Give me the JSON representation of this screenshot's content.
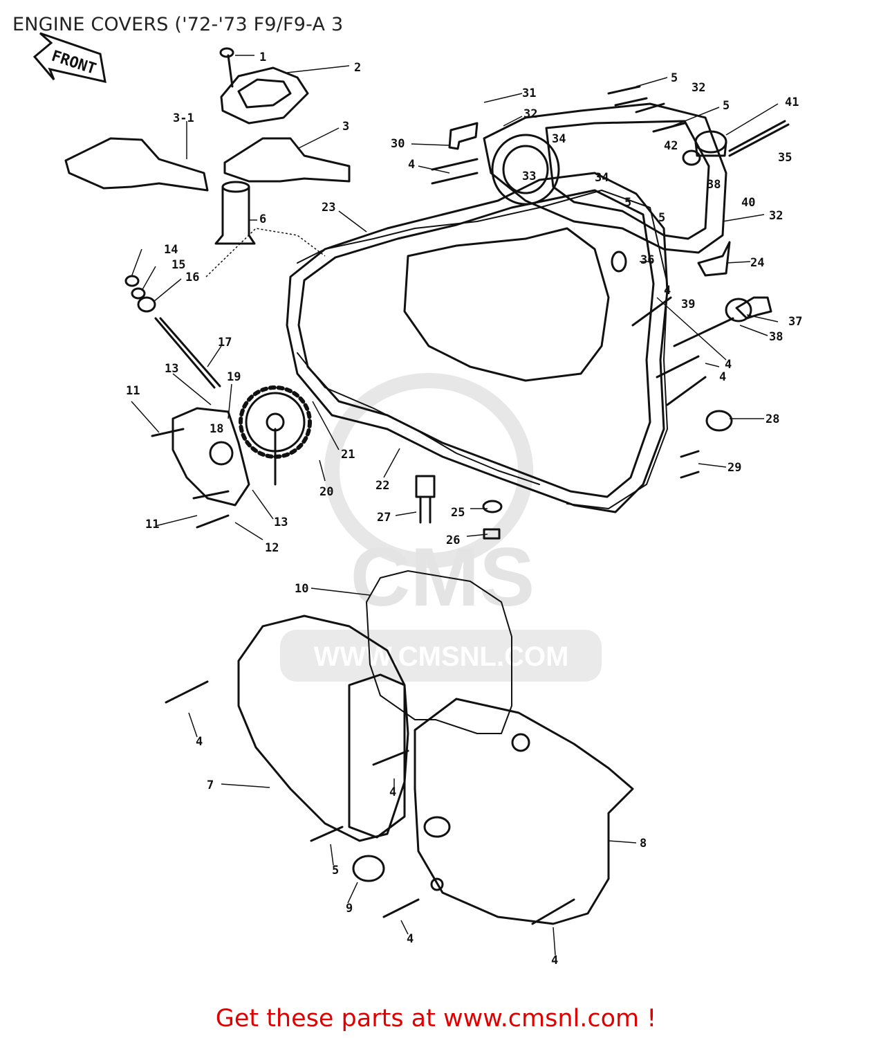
{
  "title": "ENGINE COVERS ('72-'73 F9/F9-A 3",
  "front_tag": "FRONT",
  "watermark": {
    "big": "CMS",
    "url": "WWW.CMSNL.COM"
  },
  "footer": {
    "text": "Get these parts at www.cmsnl.com !"
  },
  "callouts": [
    "1",
    "2",
    "3-1",
    "3",
    "6",
    "5",
    "31",
    "32",
    "5",
    "41",
    "32",
    "30",
    "4",
    "34",
    "42",
    "35",
    "33",
    "34",
    "38",
    "40",
    "32",
    "23",
    "5",
    "5",
    "24",
    "14",
    "15",
    "16",
    "36",
    "4",
    "37",
    "39",
    "38",
    "17",
    "4",
    "4",
    "13",
    "19",
    "11",
    "18",
    "21",
    "28",
    "29",
    "22",
    "20",
    "27",
    "25",
    "13",
    "11",
    "12",
    "26",
    "10",
    "4",
    "7",
    "4",
    "5",
    "8",
    "9",
    "4",
    "4"
  ],
  "colors": {
    "footer": "#e00000",
    "ink": "#111111",
    "watermark": "#cfcfcf"
  }
}
